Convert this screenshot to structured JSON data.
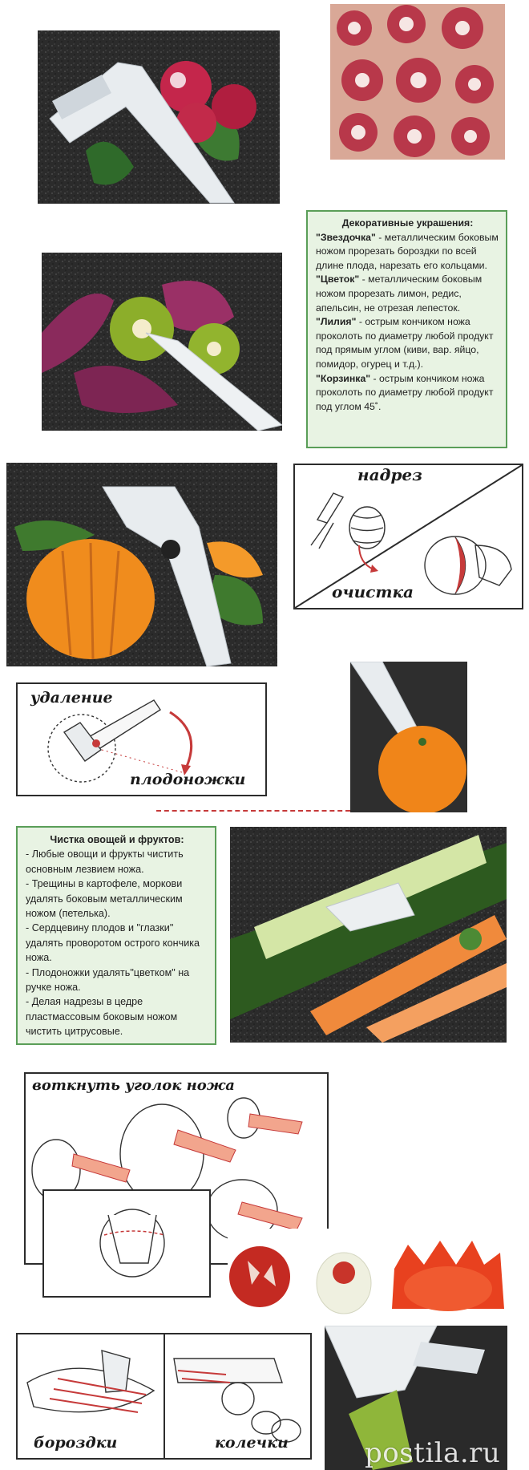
{
  "box1": {
    "title": "Декоративные украшения:",
    "items": [
      {
        "term": "\"Звездочка\"",
        "text": " - металлическим боковым ножом прорезать бороздки по всей длине плода, нарезать его кольцами."
      },
      {
        "term": "\"Цветок\"",
        "text": " - металлическим боковым ножом прорезать лимон, редис, апельсин, не отрезая лепесток."
      },
      {
        "term": "\"Лилия\"",
        "text": " - острым кончиком ножа проколоть по диаметру любой продукт под прямым углом (киви, вар. яйцо, помидор, огурец и т.д.)."
      },
      {
        "term": "\"Корзинка\"",
        "text": " - острым кончиком ножа проколоть по диаметру любой продукт под углом 45˚."
      }
    ]
  },
  "box2": {
    "title": "Чистка овощей и фруктов:",
    "lines": [
      "- Любые овощи и фрукты чистить основным лезвием ножа.",
      "- Трещины в картофеле, моркови удалять боковым металлическим ножом (петелька).",
      "- Сердцевину плодов и \"глазки\" удалять проворотом острого кончика ножа.",
      "- Плодоножки удалять\"цветком\" на ручке ножа.",
      "- Делая надрезы в цедре пластмассовым боковым ножом чистить цитрусовые."
    ]
  },
  "labels": {
    "nadrez": "надрез",
    "ochistka": "очистка",
    "udalenie": "удаление",
    "plodonozhki": "плодоножки",
    "votknut": "воткнуть уголок ножа",
    "borozdki": "бороздки",
    "kolechki": "колечки"
  },
  "watermark": "postila.ru",
  "colors": {
    "note_bg": "#e8f3e3",
    "note_border": "#5a9e58",
    "accent_red": "#c63a3a"
  }
}
